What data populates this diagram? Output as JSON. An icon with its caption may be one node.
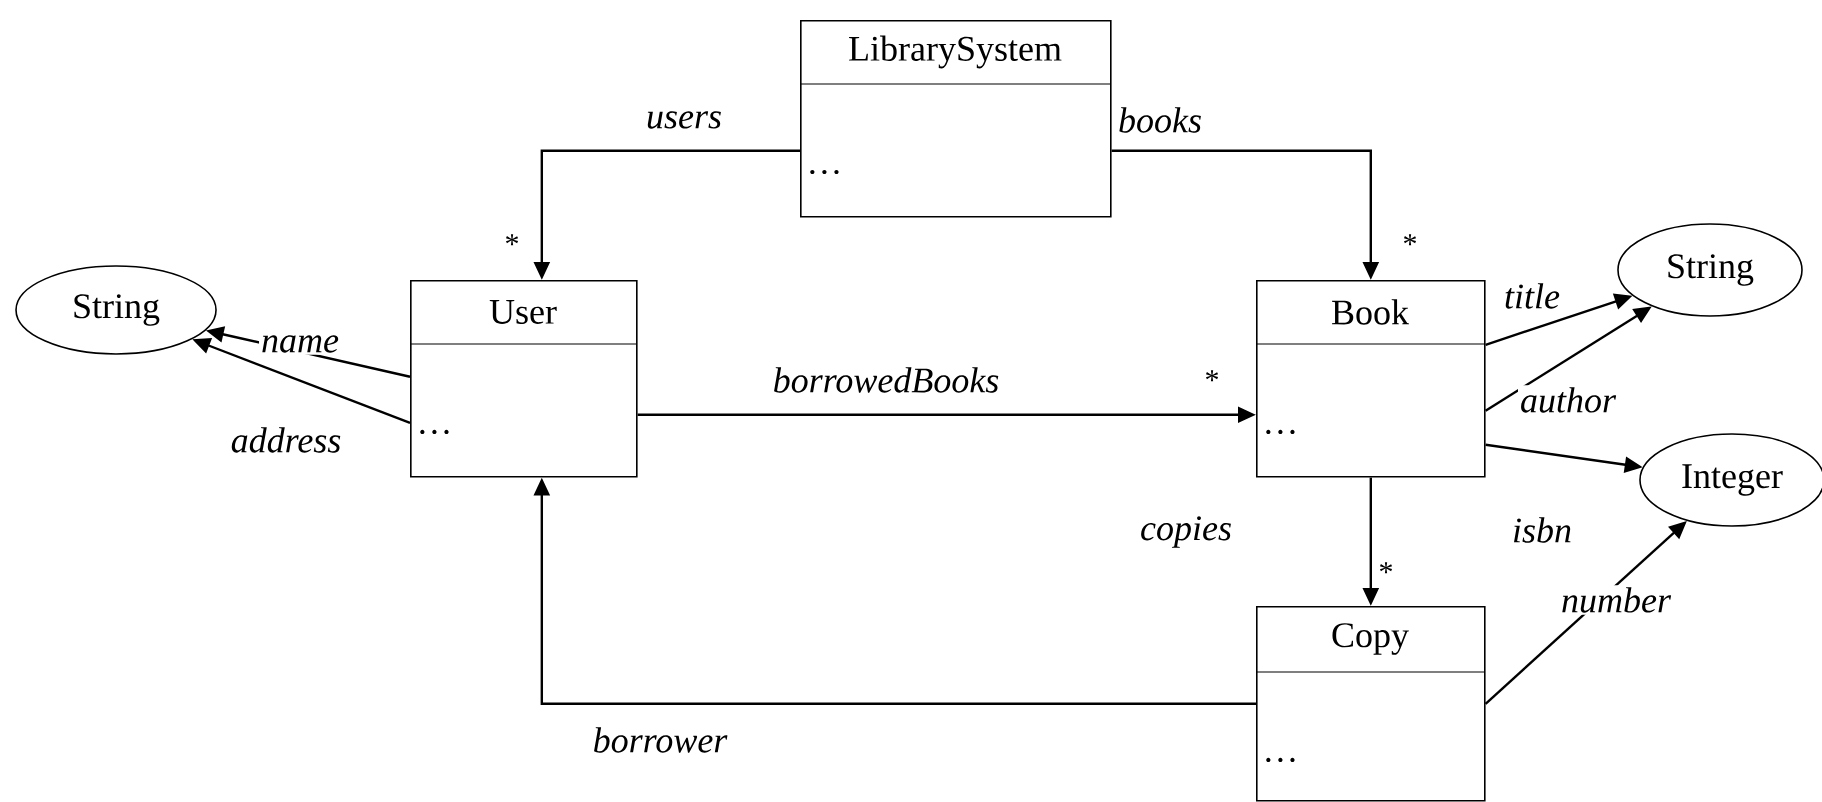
{
  "diagram": {
    "nodes": [
      {
        "text": [
          "LibrarySystem",
          "…"
        ]
      },
      {
        "text": [
          "String"
        ]
      },
      {
        "text": [
          "User",
          "…"
        ]
      },
      {
        "text": [
          "Book",
          "…"
        ]
      },
      {
        "text": [
          "String"
        ]
      },
      {
        "text": [
          "Integer"
        ]
      },
      {
        "text": [
          "Copy",
          "…"
        ]
      }
    ],
    "edges": [
      {
        "from": 0,
        "to": 2,
        "arrow": "to",
        "label": "users"
      },
      {
        "from": 0,
        "to": 3,
        "arrow": "to",
        "label": "books"
      },
      {
        "from": 2,
        "to": 1,
        "arrow": "to",
        "label": "name"
      },
      {
        "from": 2,
        "to": 1,
        "arrow": "to",
        "label": "address"
      },
      {
        "from": 2,
        "to": 3,
        "arrow": "to",
        "label": "borrowedBooks"
      },
      {
        "from": 3,
        "to": 4,
        "arrow": "to",
        "label": "title"
      },
      {
        "from": 3,
        "to": 4,
        "arrow": "to",
        "label": "author"
      },
      {
        "from": 3,
        "to": 5,
        "arrow": "to",
        "label": "isbn"
      },
      {
        "from": 3,
        "to": 6,
        "arrow": "to",
        "label": "copies"
      },
      {
        "from": 6,
        "to": 2,
        "arrow": "to",
        "label": "borrower"
      },
      {
        "from": 6,
        "to": 5,
        "arrow": "to",
        "label": "number"
      }
    ],
    "labels": [
      "*",
      "*",
      "*",
      "*"
    ]
  }
}
